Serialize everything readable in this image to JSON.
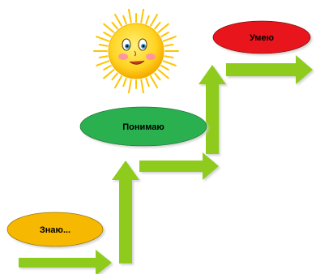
{
  "diagram": {
    "steps": [
      {
        "label": "Знаю...",
        "color": "#f6b800"
      },
      {
        "label": "Понимаю",
        "color": "#2cb04f"
      },
      {
        "label": "Умею",
        "color": "#e8121a"
      }
    ],
    "arrow_color": "#8fcb1a",
    "arrow_shadow": "#e3e3e3",
    "sun": {
      "icon": "smiling-sun-icon",
      "color": "#ffd21f"
    }
  }
}
